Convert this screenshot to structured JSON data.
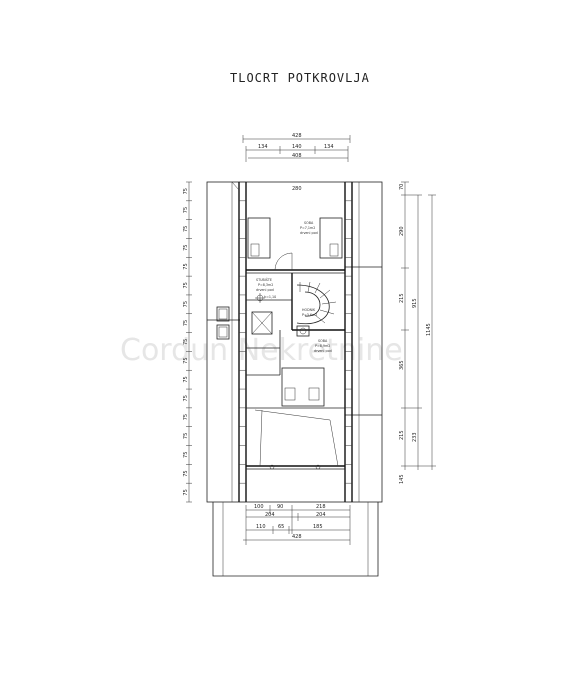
{
  "title": "TLOCRT POTKROVLJA",
  "watermark": "Cordun Nekretnine",
  "dimensions": {
    "top_total": "428",
    "top_parts": [
      "134",
      "140",
      "134"
    ],
    "top_inner": "408",
    "bottom_parts": [
      "100",
      "90",
      "218"
    ],
    "bottom_row2": [
      "204",
      "204"
    ],
    "bottom_row3": [
      "110",
      "65",
      "185"
    ],
    "bottom_total": "428",
    "right_inner": [
      "70",
      "290",
      "215",
      "365",
      "215",
      "145"
    ],
    "right_group": [
      "915",
      "233"
    ],
    "right_total": "1145",
    "left_rafters": [
      "75",
      "75",
      "75",
      "75",
      "75",
      "75",
      "75",
      "75",
      "75",
      "75",
      "75",
      "75",
      "75",
      "75",
      "75",
      "75",
      "75"
    ],
    "wall_top": "280"
  },
  "rooms": [
    {
      "name": "SOBA",
      "area": "P=7,1m2",
      "floor": "drveni pod"
    },
    {
      "name": "STUBIŠTE",
      "area": "P=8,3m2",
      "floor": "drveni pod"
    },
    {
      "name": "HODNIK",
      "area": "P=3,6m2",
      "floor": ""
    },
    {
      "name": "SOBA",
      "area": "P=8,9m2",
      "floor": "drveni pod"
    }
  ],
  "labels": {
    "sill": "h=1,10"
  }
}
